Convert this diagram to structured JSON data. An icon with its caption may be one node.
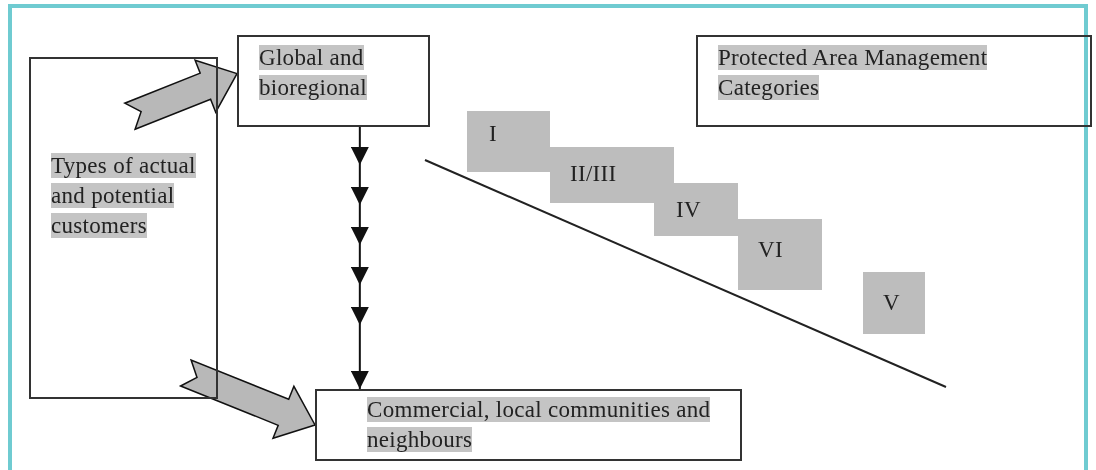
{
  "diagram": {
    "nodes": [
      {
        "text": [
          "Types of actual and potential customers"
        ]
      },
      {
        "text": [
          "Global and bioregional"
        ]
      },
      {
        "text": [
          "Protected Area Management Categories"
        ]
      },
      {
        "text": [
          "I"
        ]
      },
      {
        "text": [
          "II/III"
        ]
      },
      {
        "text": [
          "IV"
        ]
      },
      {
        "text": [
          "VI"
        ]
      },
      {
        "text": [
          "V"
        ]
      },
      {
        "text": [
          "Commercial, local communities and neighbours"
        ]
      }
    ],
    "edges": [
      {
        "from": 0,
        "to": 1,
        "arrow": "to",
        "style": "thick"
      },
      {
        "from": 0,
        "to": 8,
        "arrow": "to",
        "style": "thick"
      },
      {
        "from": 1,
        "to": 8,
        "arrow": "to"
      }
    ]
  }
}
